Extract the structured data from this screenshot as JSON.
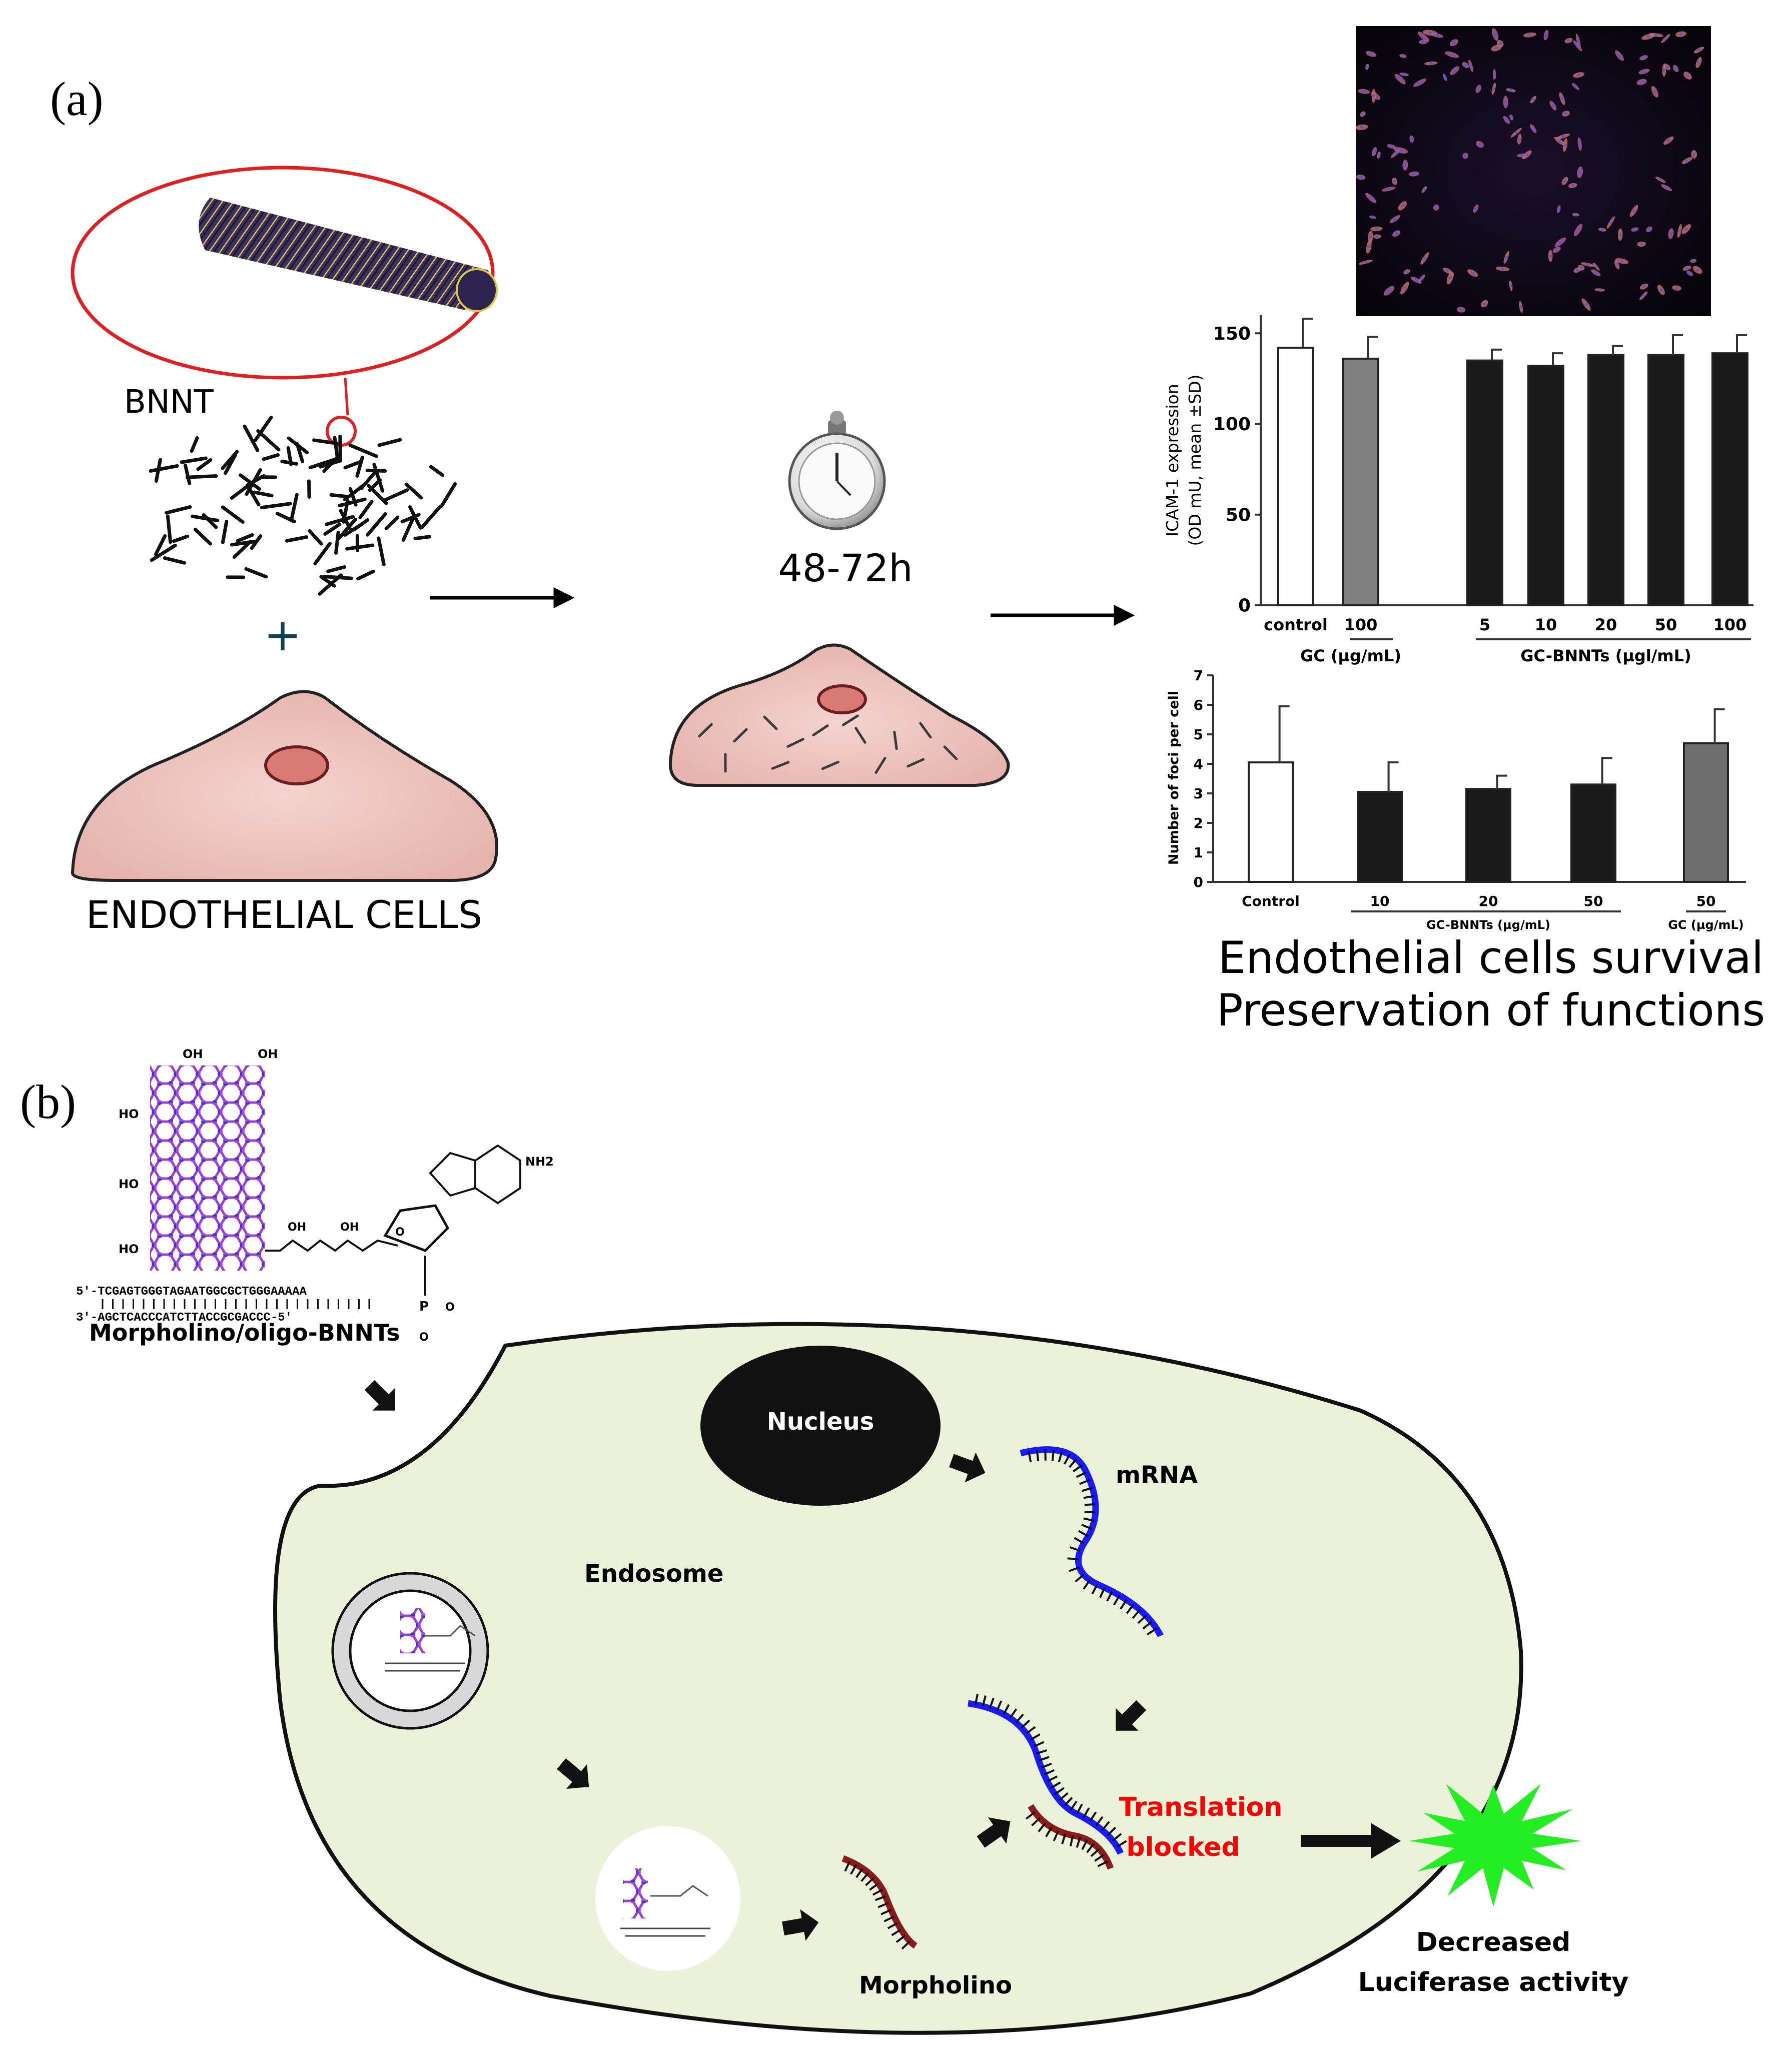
{
  "panel_a": {
    "label": "(a)",
    "bnnt_label": "BNNT",
    "plus": "+",
    "cell_label": "ENDOTHELIAL CELLS",
    "time_label": "48-72h",
    "outcome_line1": "Endothelial cells survival",
    "outcome_line2": "Preservation of functions"
  },
  "panel_b": {
    "label": "(b)",
    "oligo_top": "5'-TCGAGTGGGTAGAATGGCGCTGGGAAAAA",
    "oligo_bottom": "3'-AGCTCACCCATCTTACCGCGACCC-5'",
    "conjugate_label": "Morpholino/oligo-BNNTs",
    "nucleus_label": "Nucleus",
    "mrna_label": "mRNA",
    "endosome_label": "Endosome",
    "morpholino_label": "Morpholino",
    "translation_line1": "Translation",
    "translation_line2": "blocked",
    "result_line1": "Decreased",
    "result_line2": "Luciferase activity",
    "chem_oh": "OH",
    "chem_ho": "HO",
    "chem_nh2": "NH2",
    "chem_o": "O",
    "chem_p": "P",
    "colors": {
      "cell_fill": "#eaf3d9",
      "mrna": "#1a1aff",
      "morpholino": "#8b1a1a",
      "blocked_text": "#ff0000",
      "luciferase": "#22ee22"
    }
  },
  "chart_data": [
    {
      "type": "bar",
      "categories": [
        "control",
        "100",
        "5",
        "10",
        "20",
        "50",
        "100"
      ],
      "groups": [
        "GC (µg/mL)",
        "GC-BNNTs (µgl/mL)"
      ],
      "values": [
        142,
        136,
        135,
        132,
        138,
        138,
        139
      ],
      "errors": [
        16,
        12,
        6,
        7,
        5,
        11,
        10
      ],
      "bar_colors": [
        "#ffffff",
        "#808080",
        "#1a1a1a",
        "#1a1a1a",
        "#1a1a1a",
        "#1a1a1a",
        "#1a1a1a"
      ],
      "ylabel_line1": "ICAM-1 expression",
      "ylabel_line2": "(OD mU, mean ±SD)",
      "yticks": [
        0,
        50,
        100,
        150
      ],
      "ylim": [
        0,
        160
      ]
    },
    {
      "type": "bar",
      "categories": [
        "Control",
        "10",
        "20",
        "50",
        "50"
      ],
      "groups": [
        "GC-BNNTs (µg/mL)",
        "GC (µg/mL)"
      ],
      "values": [
        4.05,
        3.05,
        3.15,
        3.3,
        4.7
      ],
      "errors": [
        1.9,
        1.0,
        0.45,
        0.9,
        1.15
      ],
      "bar_colors": [
        "#ffffff",
        "#1a1a1a",
        "#1a1a1a",
        "#1a1a1a",
        "#6e6e6e"
      ],
      "ylabel": "Number of foci per cell",
      "yticks": [
        0,
        1,
        2,
        3,
        4,
        5,
        6,
        7
      ],
      "ylim": [
        0,
        7
      ]
    }
  ]
}
